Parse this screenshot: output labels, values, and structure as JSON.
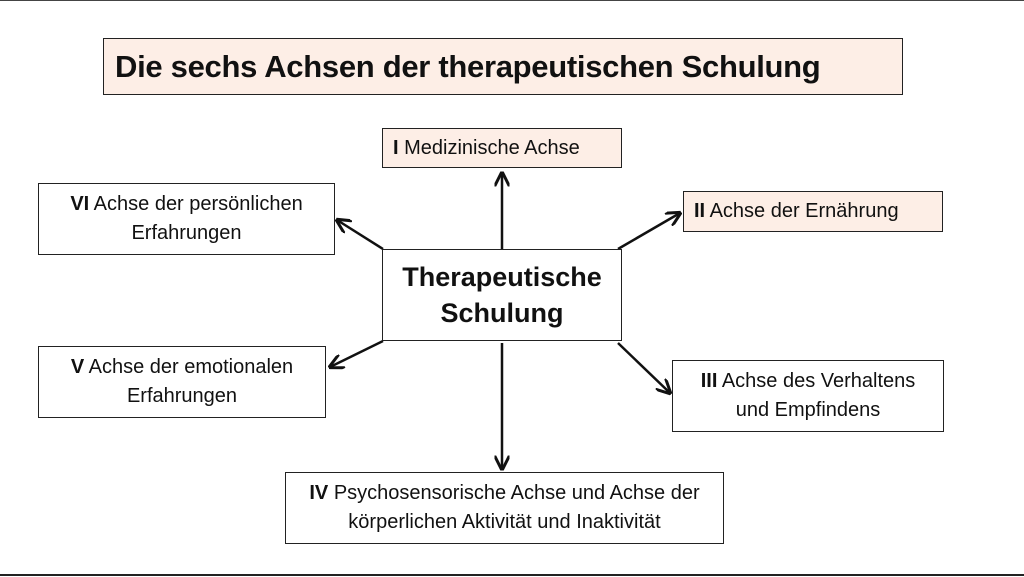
{
  "title": "Die sechs Achsen der therapeutischen Schulung",
  "center": {
    "line1": "Therapeutische",
    "line2": "Schulung"
  },
  "axes": [
    {
      "numeral": "I",
      "line1": "Medizinische Achse",
      "line2": ""
    },
    {
      "numeral": "II",
      "line1": "Achse der Ernährung",
      "line2": ""
    },
    {
      "numeral": "III",
      "line1": "Achse des Verhaltens",
      "line2": "und Empfindens"
    },
    {
      "numeral": "IV",
      "line1": "Psychosensorische Achse und Achse der",
      "line2": "körperlichen Aktivität und Inaktivität"
    },
    {
      "numeral": "V",
      "line1": "Achse der emotionalen",
      "line2": "Erfahrungen"
    },
    {
      "numeral": "VI",
      "line1": "Achse der persönlichen",
      "line2": "Erfahrungen"
    }
  ],
  "colors": {
    "tint": "#fdeee6",
    "border": "#222222"
  }
}
